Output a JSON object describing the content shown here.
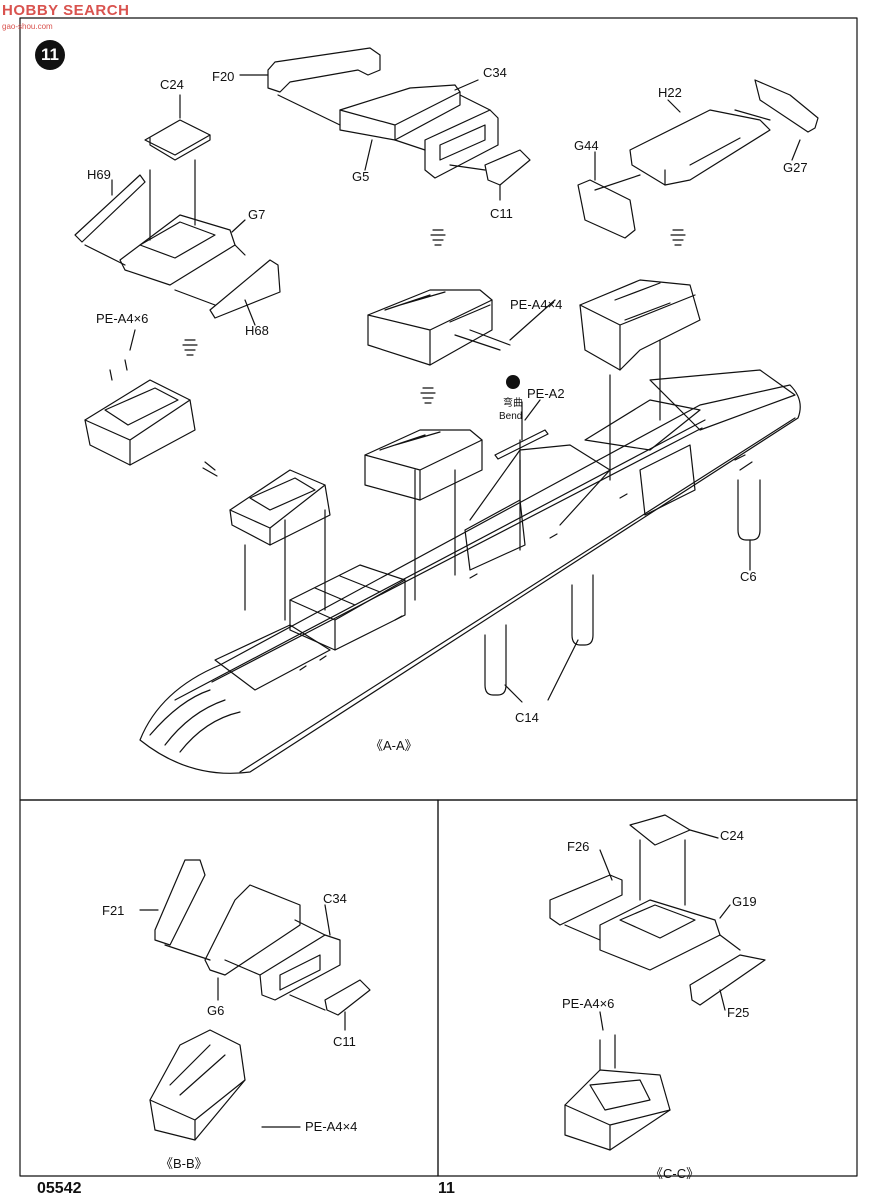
{
  "header": {
    "watermark": "HOBBY SEARCH",
    "watermark_sub": "gao-shou.com",
    "step_number": "11"
  },
  "footer": {
    "product_code": "05542",
    "page_number": "11"
  },
  "sections": {
    "aa": "《A-A》",
    "bb": "《B-B》",
    "cc": "《C-C》"
  },
  "parts": {
    "c24_top": "C24",
    "h69": "H69",
    "g7": "G7",
    "h68": "H68",
    "pe_a4x6_left": "PE-A4×6",
    "f20": "F20",
    "c34_top": "C34",
    "g5": "G5",
    "c11_top": "C11",
    "pe_a4x4_mid": "PE-A4×4",
    "pe_a2": "PE-A2",
    "bend_cn": "弯曲",
    "bend_en": "Bend",
    "h22": "H22",
    "g44": "G44",
    "g27": "G27",
    "c6": "C6",
    "c14": "C14",
    "f21": "F21",
    "c34_bb": "C34",
    "g6": "G6",
    "c11_bb": "C11",
    "pe_a4x4_bb": "PE-A4×4",
    "f26": "F26",
    "c24_cc": "C24",
    "g19": "G19",
    "f25": "F25",
    "pe_a4x6_cc": "PE-A4×6"
  }
}
